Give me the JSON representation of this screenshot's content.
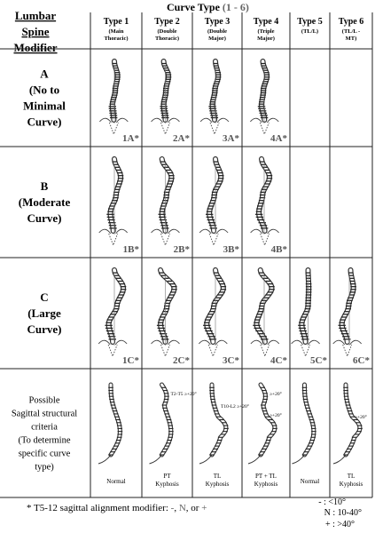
{
  "header": {
    "title_text": "Curve Type ",
    "title_range": "(1 - 6)",
    "accent_color": "#666666"
  },
  "row_header": [
    "Lumbar",
    "Spine",
    "Modifier"
  ],
  "columns": [
    {
      "type": "Type 1",
      "sub": [
        "(Main",
        "Thoracic)"
      ]
    },
    {
      "type": "Type 2",
      "sub": [
        "(Double",
        "Thoracic)"
      ]
    },
    {
      "type": "Type 3",
      "sub": [
        "(Double",
        "Major)"
      ]
    },
    {
      "type": "Type 4",
      "sub": [
        "(Triple",
        "Major)"
      ]
    },
    {
      "type": "Type 5",
      "sub": [
        "(TL/L)"
      ]
    },
    {
      "type": "Type 6",
      "sub": [
        "(TL/L -",
        "MT)"
      ]
    }
  ],
  "rows": [
    {
      "label": [
        "A",
        "(No to",
        "Minimal",
        "Curve)"
      ],
      "cells": [
        {
          "code": "1A*"
        },
        {
          "code": "2A*"
        },
        {
          "code": "3A*"
        },
        {
          "code": "4A*"
        },
        {
          "code": ""
        },
        {
          "code": ""
        }
      ]
    },
    {
      "label": [
        "B",
        "(Moderate",
        "Curve)"
      ],
      "cells": [
        {
          "code": "1B*"
        },
        {
          "code": "2B*"
        },
        {
          "code": "3B*"
        },
        {
          "code": "4B*"
        },
        {
          "code": ""
        },
        {
          "code": ""
        }
      ]
    },
    {
      "label": [
        "C",
        "(Large",
        "Curve)"
      ],
      "cells": [
        {
          "code": "1C*"
        },
        {
          "code": "2C*"
        },
        {
          "code": "3C*"
        },
        {
          "code": "4C*"
        },
        {
          "code": "5C*"
        },
        {
          "code": "6C*"
        }
      ]
    },
    {
      "label": [
        "Possible",
        "Sagittal structural",
        "criteria",
        "(To determine",
        "specific curve",
        "type)"
      ],
      "cells": [
        {
          "caption": [
            "Normal"
          ],
          "annot": []
        },
        {
          "caption": [
            "PT",
            "Kyphosis"
          ],
          "annot": [
            "T2-T5 ≥+20°"
          ]
        },
        {
          "caption": [
            "TL",
            "Kyphosis"
          ],
          "annot": [
            "T10-L2 ≥+20°"
          ]
        },
        {
          "caption": [
            "PT + TL",
            "Kyphosis"
          ],
          "annot": [
            "≥+20°",
            "≥+20°"
          ]
        },
        {
          "caption": [
            "Normal"
          ],
          "annot": []
        },
        {
          "caption": [
            "TL",
            "Kyphosis"
          ],
          "annot": [
            "≥+20°"
          ]
        }
      ]
    }
  ],
  "footnote": {
    "prefix": "* T5-12 sagittal alignment modifier: ",
    "minus": "-",
    "sep1": ", ",
    "n": "N",
    "sep2": ", or ",
    "plus": "+",
    "legend": [
      "- : <10°",
      "N : 10-40°",
      "+ : >40°"
    ]
  }
}
